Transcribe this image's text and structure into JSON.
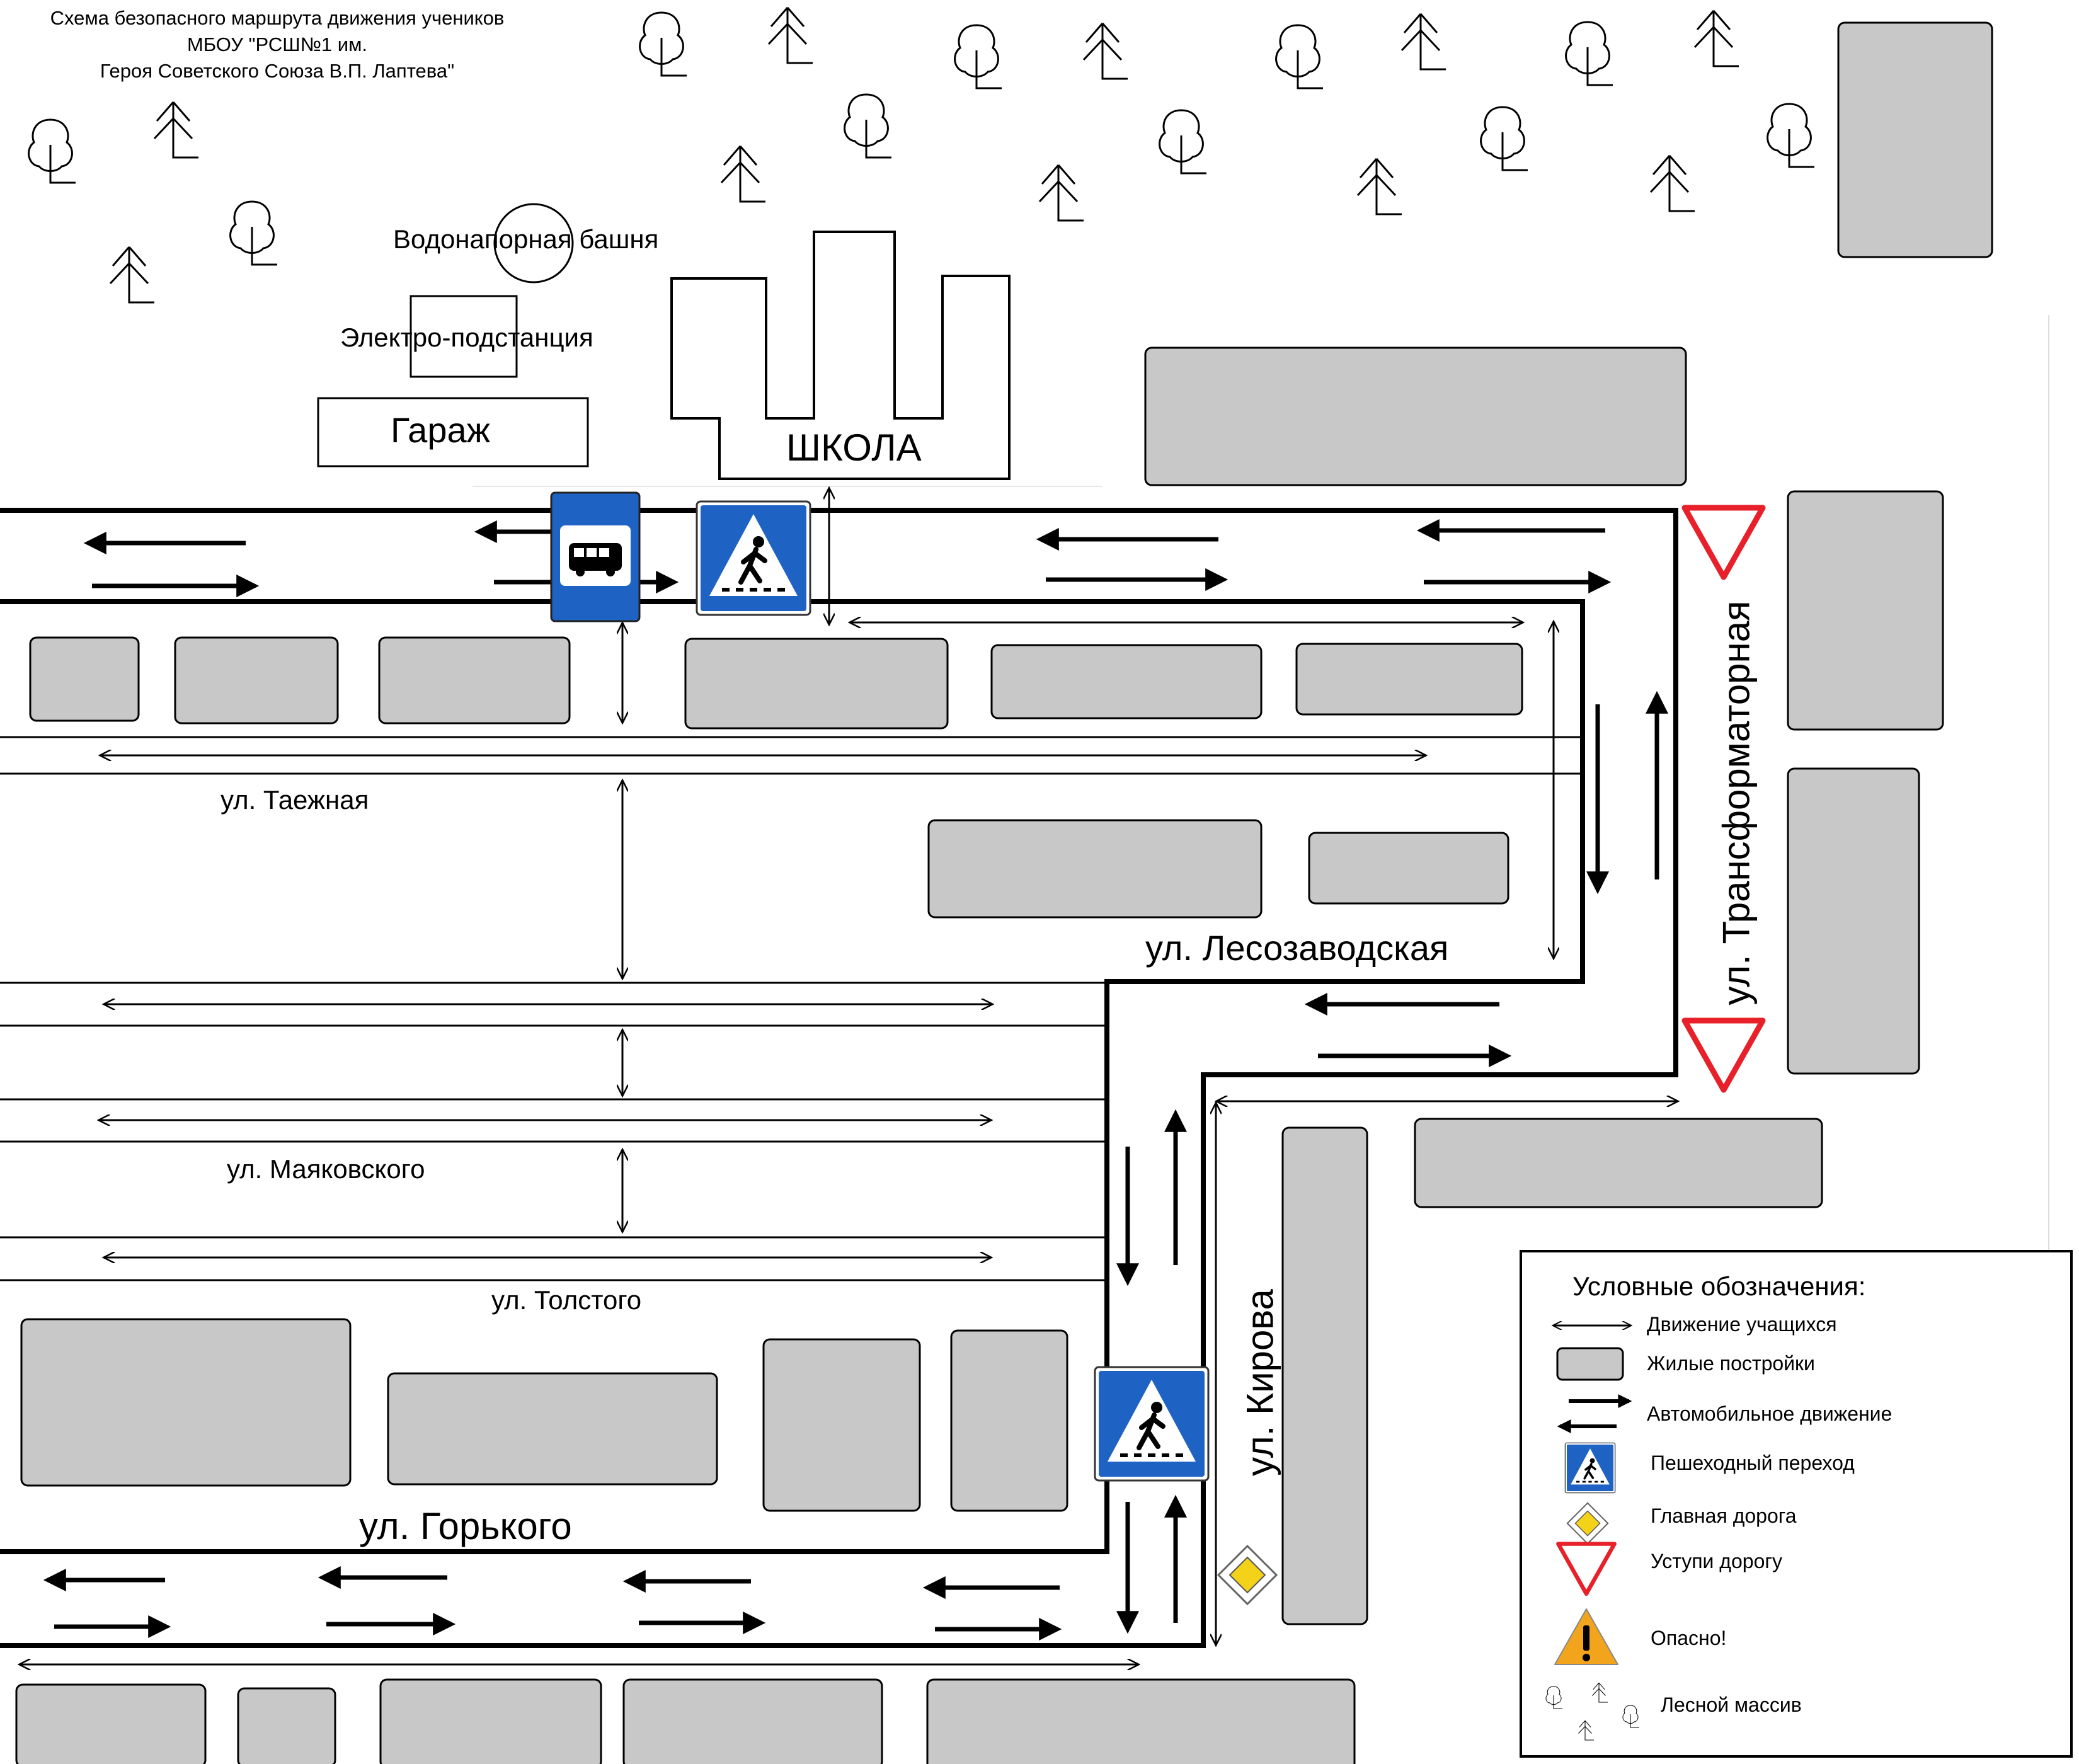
{
  "title": {
    "line1": "Схема безопасного маршрута движения учеников",
    "line2": "МБОУ \"РСШ№1 им.",
    "line3": "Героя Советского Союза В.П. Лаптева\""
  },
  "places": {
    "water_tower": "Водонапорная башня",
    "substation": "Электро-подстанция",
    "garage": "Гараж",
    "school": "ШКОЛА"
  },
  "streets": {
    "taezhnaya": "ул. Таежная",
    "lesozavodskaya": "ул. Лесозаводская",
    "transformatornaya": "ул. Трансформаторная",
    "mayakovskogo": "ул. Маяковского",
    "tolstogo": "ул. Толстого",
    "gorkogo": "ул. Горького",
    "kirova": "ул. Кирова"
  },
  "legend": {
    "title": "Условные обозначения:",
    "items": [
      {
        "key": "student-route",
        "label": "Движение учащихся"
      },
      {
        "key": "residential",
        "label": "Жилые постройки"
      },
      {
        "key": "car-traffic",
        "label": "Автомобильное движение"
      },
      {
        "key": "crosswalk",
        "label": "Пешеходный переход"
      },
      {
        "key": "main-road",
        "label": "Главная дорога"
      },
      {
        "key": "yield",
        "label": "Уступи дорогу"
      },
      {
        "key": "danger",
        "label": "Опасно!"
      },
      {
        "key": "forest",
        "label": "Лесной массив"
      }
    ]
  },
  "colors": {
    "building": "#c8c8c8",
    "sign_blue": "#1e63c4",
    "yield_red": "#e8202a",
    "main_road_yellow": "#f5d21a",
    "danger_orange": "#f2a51c"
  }
}
